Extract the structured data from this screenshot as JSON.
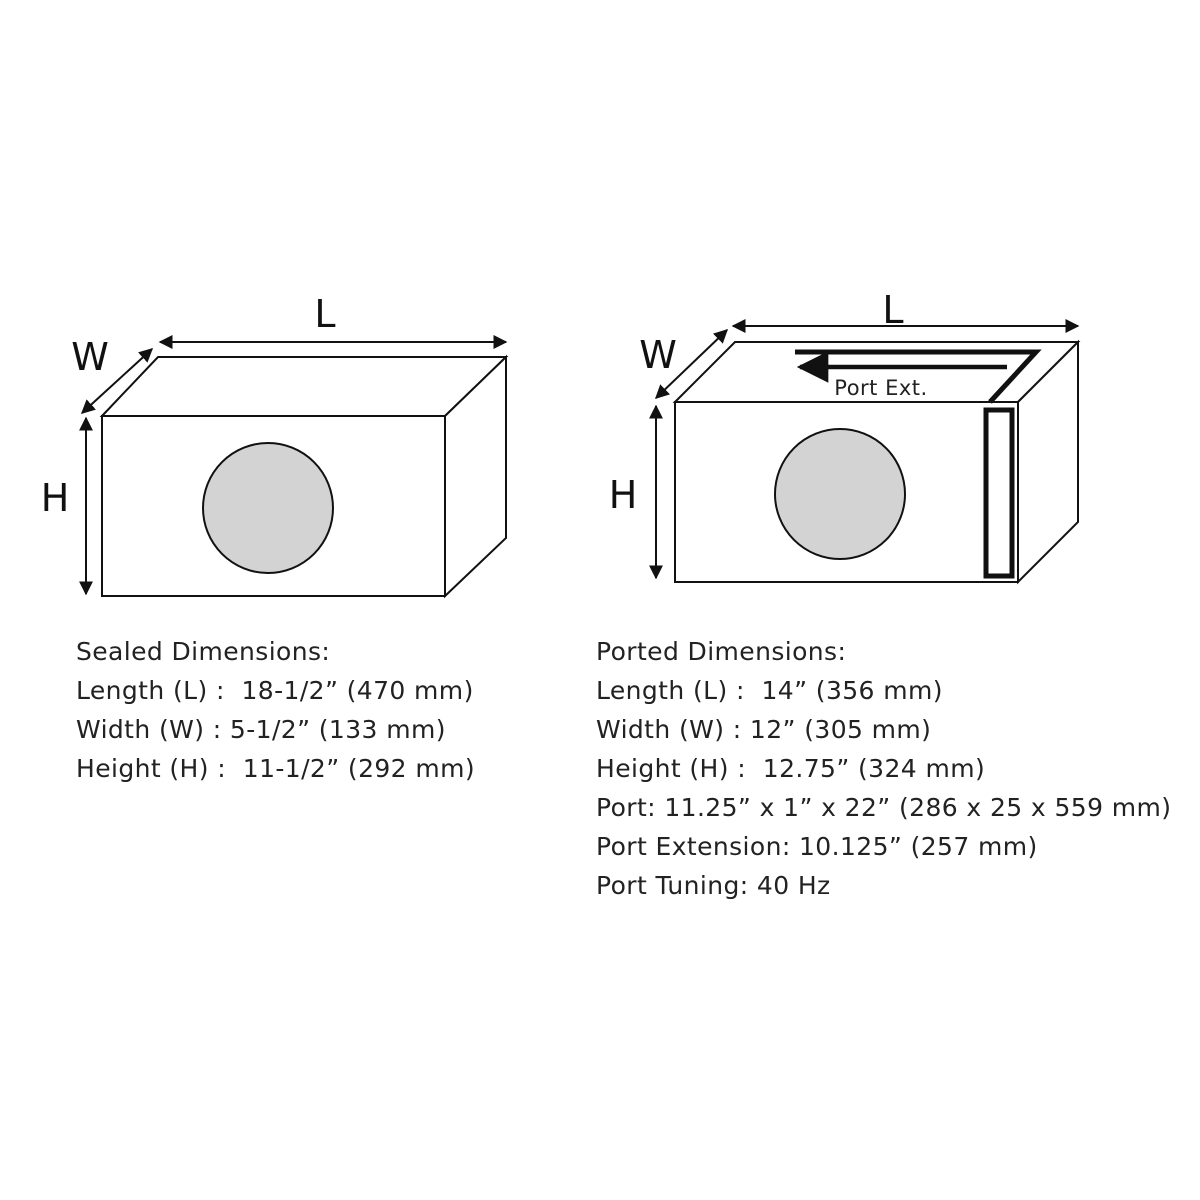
{
  "sealed": {
    "labels": {
      "length": "L",
      "width": "W",
      "height": "H"
    },
    "specs": {
      "title": "Sealed Dimensions:",
      "lines": [
        "Length (L) :  18-1/2” (470 mm)",
        "Width (W) : 5-1/2” (133 mm)",
        "Height (H) :  11-1/2” (292 mm)"
      ]
    }
  },
  "ported": {
    "labels": {
      "length": "L",
      "width": "W",
      "height": "H",
      "port_ext": "Port Ext."
    },
    "specs": {
      "title": "Ported Dimensions:",
      "lines": [
        "Length (L) :  14” (356 mm)",
        "Width (W) : 12” (305 mm)",
        "Height (H) :  12.75” (324 mm)",
        "Port: 11.25” x 1” x 22” (286 x 25 x 559 mm)",
        "Port Extension: 10.125” (257 mm)",
        "Port Tuning: 40 Hz"
      ]
    }
  },
  "colors": {
    "line": "#111111",
    "speaker_fill": "#d3d3d3",
    "text": "#222222"
  }
}
